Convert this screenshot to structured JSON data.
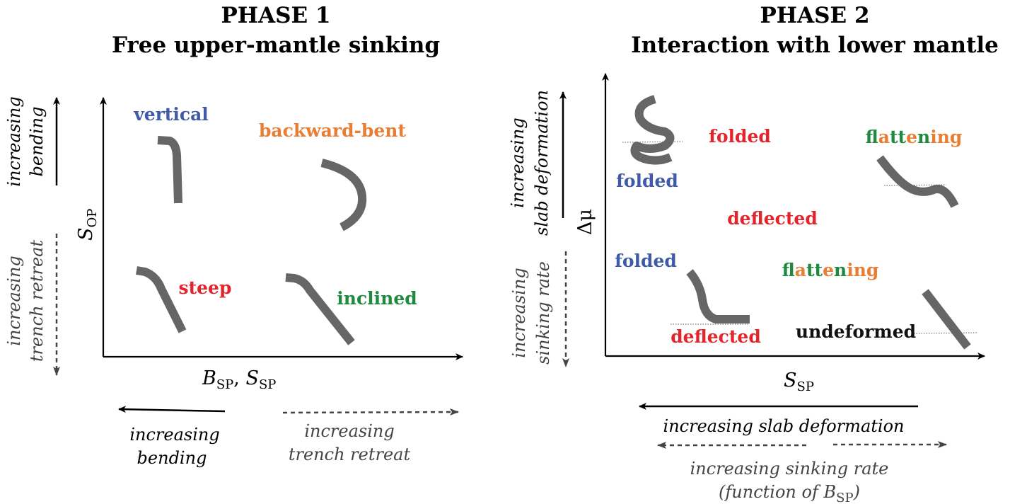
{
  "phase1": {
    "title_line1": "PHASE 1",
    "title_line2": "Free upper-mantle sinking",
    "y_axis": {
      "symbol": "S",
      "subscript": "OP"
    },
    "x_axis": {
      "symbol1": "B",
      "sub1": "SP",
      "sep": ", ",
      "symbol2": "S",
      "sub2": "SP"
    },
    "left_up_arrow": [
      "increasing",
      "bending"
    ],
    "left_down_arrow": [
      "increasing",
      "trench retreat"
    ],
    "bottom_left_arrow": [
      "increasing",
      "bending"
    ],
    "bottom_right_arrow": [
      "increasing",
      "trench retreat"
    ],
    "regimes": {
      "vertical": "vertical",
      "backward_bent": "backward-bent",
      "steep": "steep",
      "inclined": "inclined"
    }
  },
  "phase2": {
    "title_line1": "PHASE 2",
    "title_line2": "Interaction with lower mantle",
    "y_axis": {
      "symbol": "Δμ"
    },
    "x_axis": {
      "symbol": "S",
      "subscript": "SP"
    },
    "left_up_arrow": [
      "increasing",
      "slab deformation"
    ],
    "left_down_arrow": [
      "increasing",
      "sinking rate"
    ],
    "bottom_solid_arrow": "increasing slab deformation",
    "bottom_dashed_arrow": [
      "increasing sinking rate",
      "(function of ",
      "B",
      "SP",
      ")"
    ],
    "regimes": {
      "folded_top_left": "folded",
      "folded_top_mid": "folded",
      "flattening_top": [
        "fl",
        "a",
        "tt",
        "e",
        "n",
        "i",
        "ng"
      ],
      "deflected_mid": "deflected",
      "folded_bottom_left": "folded",
      "flattening_bottom": [
        "fl",
        "a",
        "tt",
        "e",
        "n",
        "i",
        "ng"
      ],
      "deflected_bottom": "deflected",
      "undeformed": "undeformed"
    }
  },
  "colors": {
    "blue": "#3f5aa6",
    "orange": "#e87d34",
    "red": "#e3242b",
    "green": "#1f8a3e",
    "slab": "#666666"
  }
}
